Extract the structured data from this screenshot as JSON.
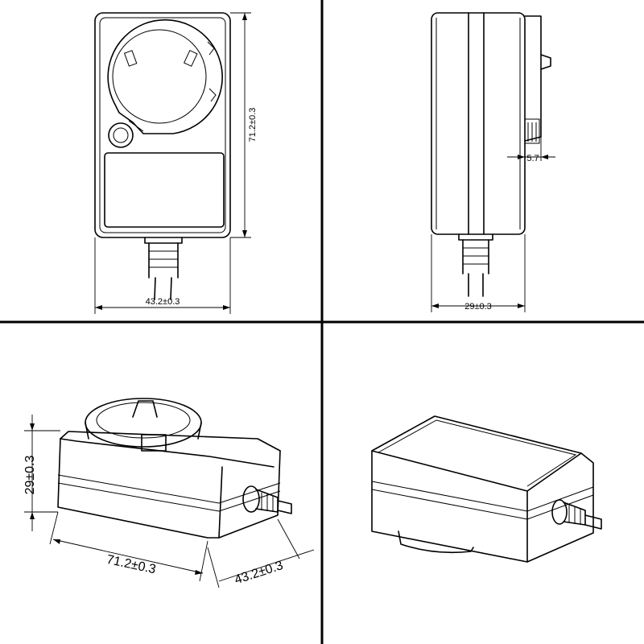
{
  "views": {
    "front": {
      "height_dim": "71.2±0.3",
      "width_dim": "43.2±0.3"
    },
    "side": {
      "depth_dim": "29±0.3",
      "pin_dim": "5.7"
    },
    "iso_front": {
      "height_dim": "29±0.3",
      "length_dim": "71.2±0.3",
      "width_dim": "43.2±0.3"
    },
    "iso_back": {}
  }
}
